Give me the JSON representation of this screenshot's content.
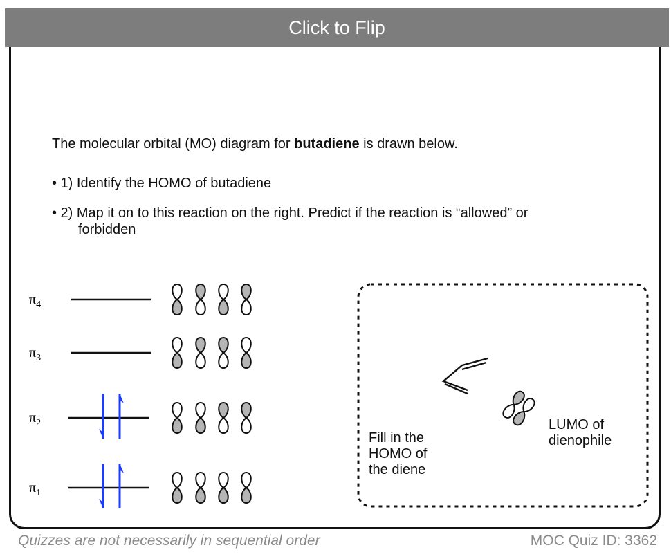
{
  "flip_label": "Click to Flip",
  "intro": {
    "prefix": "The molecular orbital (MO) diagram for ",
    "bold": "butadiene",
    "suffix": " is drawn below."
  },
  "bullets": [
    "• 1) Identify the HOMO of butadiene",
    "• 2) Map it on to this reaction on the right. Predict if the reaction is “allowed” or",
    "forbidden"
  ],
  "levels": [
    {
      "label": "π",
      "sub": "4",
      "electrons": 0,
      "phases": [
        "u",
        "d",
        "u",
        "d"
      ]
    },
    {
      "label": "π",
      "sub": "3",
      "electrons": 0,
      "phases": [
        "u",
        "d",
        "d",
        "u"
      ]
    },
    {
      "label": "π",
      "sub": "2",
      "electrons": 2,
      "phases": [
        "u",
        "u",
        "d",
        "d"
      ]
    },
    {
      "label": "π",
      "sub": "1",
      "electrons": 2,
      "phases": [
        "u",
        "u",
        "u",
        "u"
      ]
    }
  ],
  "box": {
    "homo_label": [
      "Fill in the",
      "HOMO of",
      "the diene"
    ],
    "lumo_label": [
      "LUMO of",
      "dienophile"
    ]
  },
  "colors": {
    "electron_arrow": "#1a3cff",
    "lobe_shaded": "#b5b5b5",
    "flip_bar": "#7d7d7d"
  },
  "footer": {
    "left": "Quizzes are not necessarily in sequential order",
    "right": "MOC Quiz ID: 3362"
  }
}
